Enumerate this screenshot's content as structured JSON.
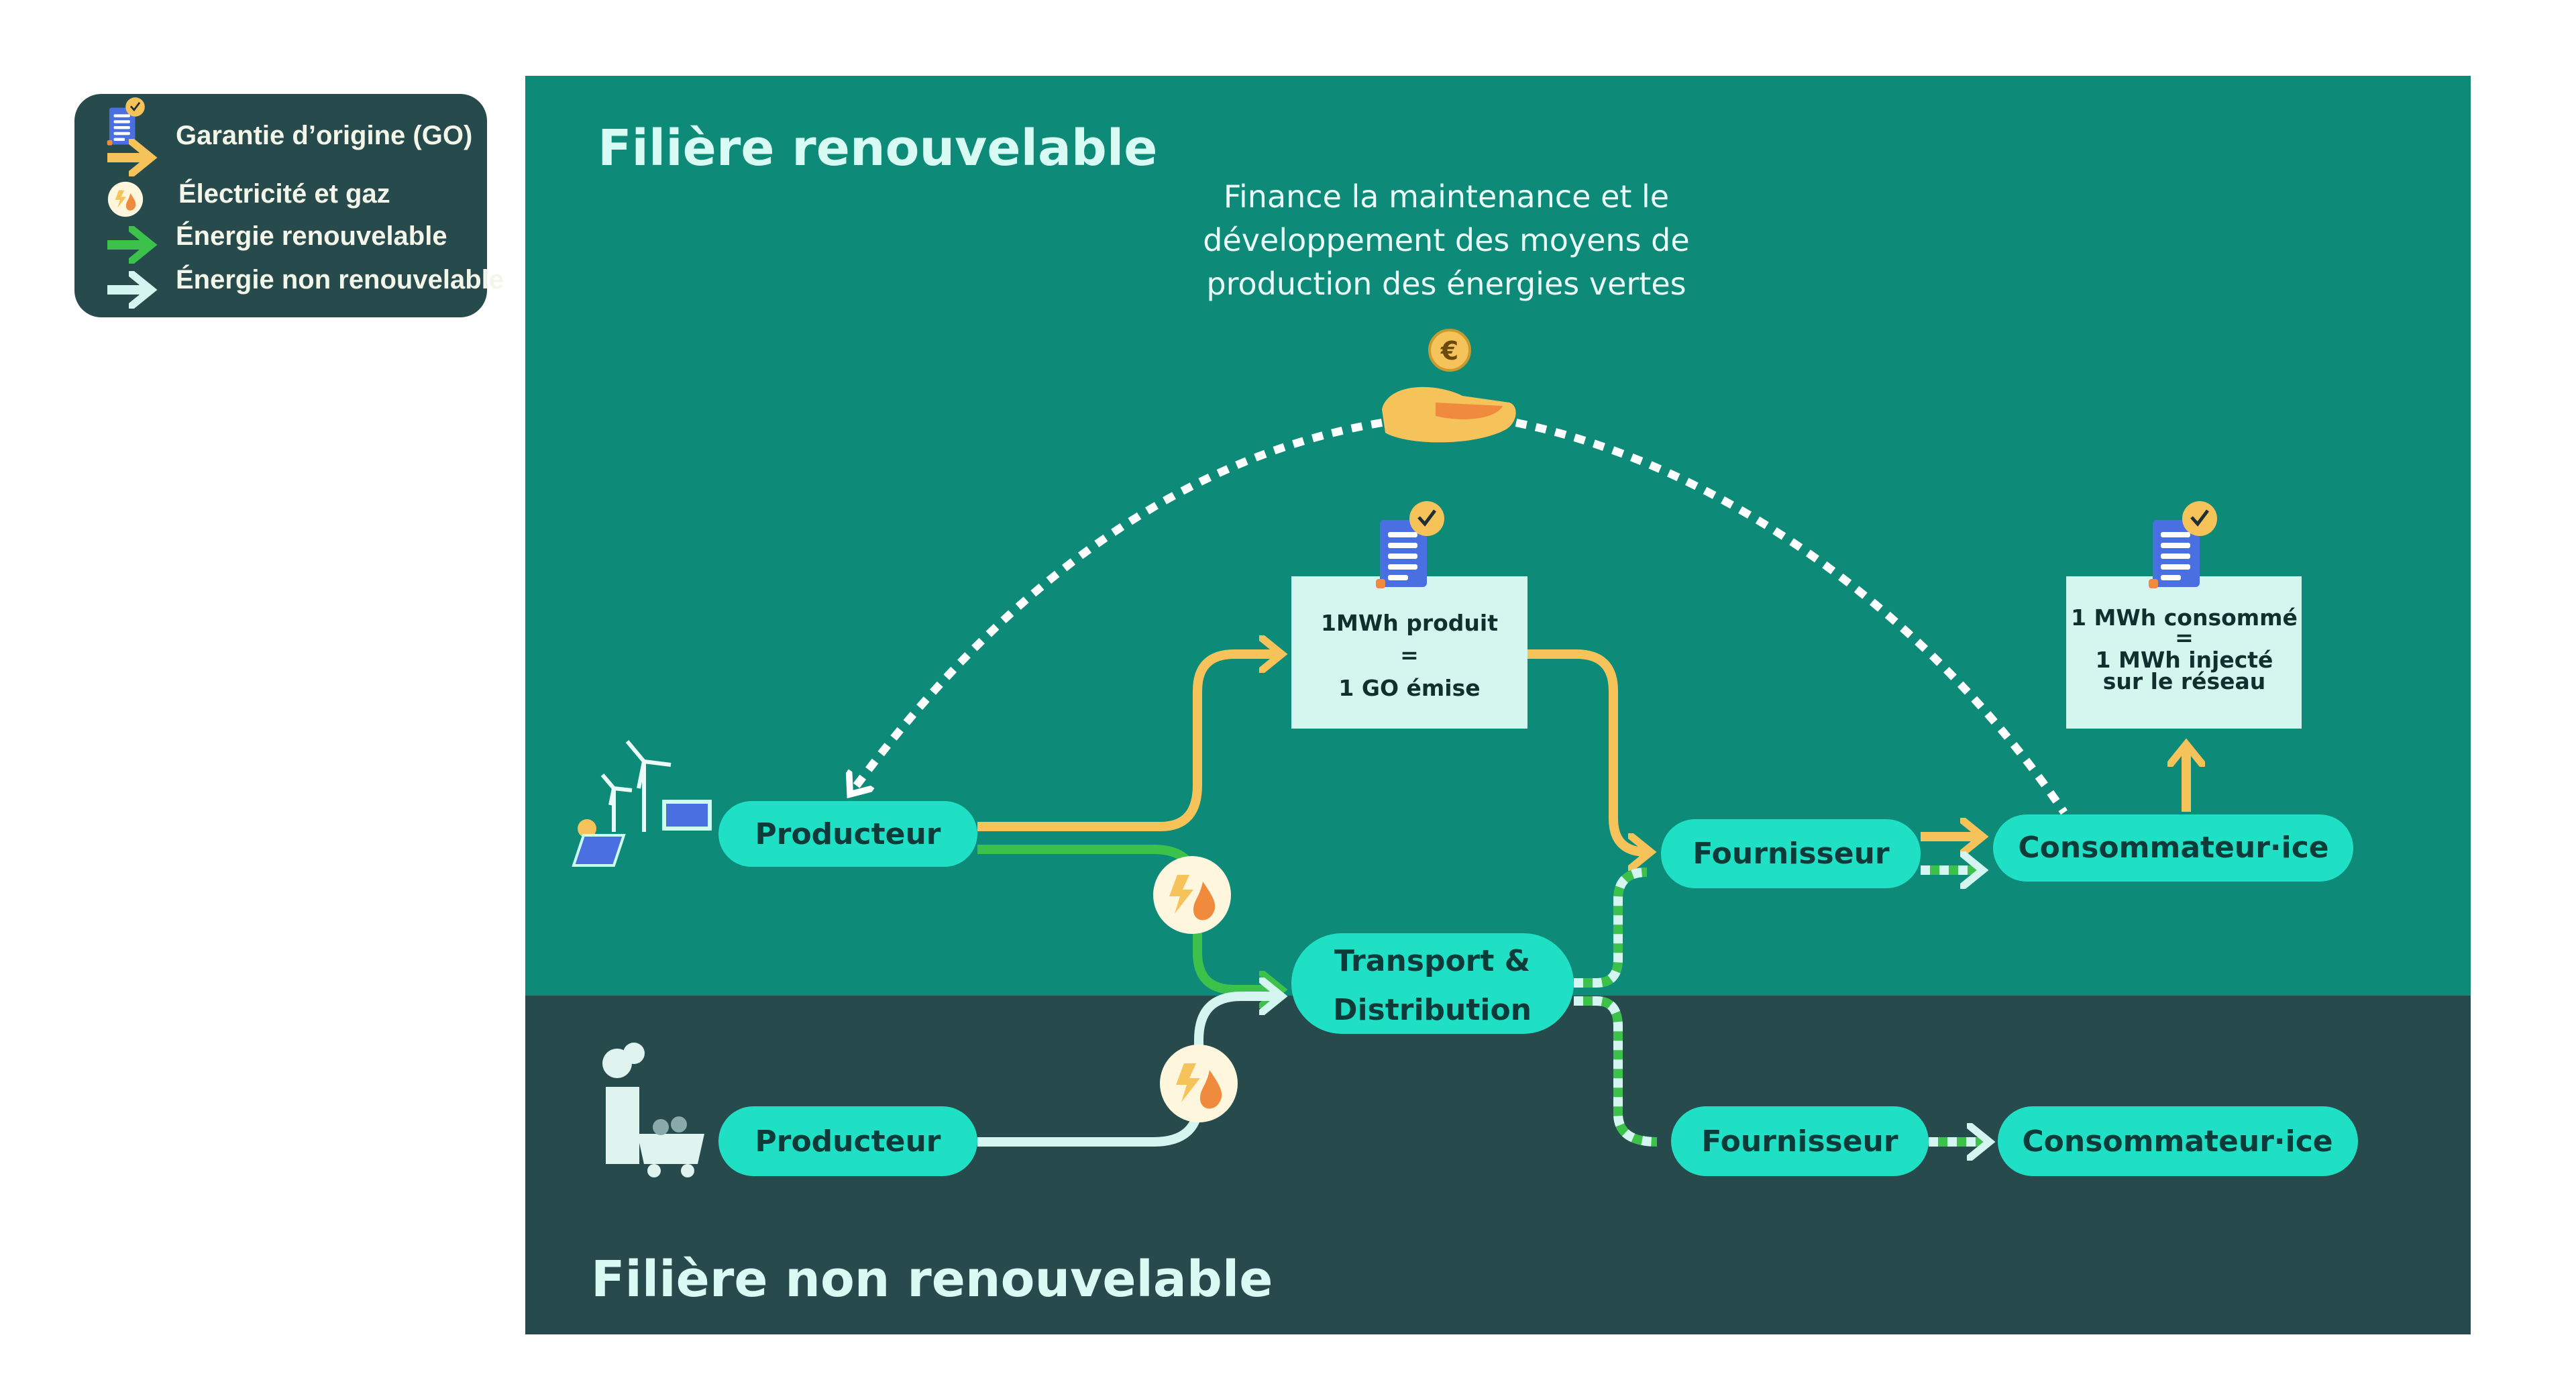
{
  "legend": {
    "items": [
      {
        "label": "Garantie d’origine (GO)",
        "icon": "certificate-icon"
      },
      {
        "label": "Électricité et gaz",
        "icon": "electricity-gas-icon"
      },
      {
        "label": "Énergie renouvelable",
        "icon": "green-arrow-icon"
      },
      {
        "label": "Énergie non renouvelable",
        "icon": "light-arrow-icon"
      }
    ]
  },
  "renewable": {
    "title": "Filière renouvelable",
    "finance_text": [
      "Finance la maintenance et le",
      "développement des moyens de",
      "production des énergies vertes"
    ],
    "producer": "Producteur",
    "supplier": "Fournisseur",
    "consumer": "Consommateur·ice",
    "go_box": [
      "1MWh produit",
      "=",
      "1 GO émise"
    ],
    "consumer_box": [
      "1 MWh consommé",
      "=",
      "1 MWh injecté",
      "sur le réseau"
    ]
  },
  "transport": "Transport &",
  "transport_line2": "Distribution",
  "non_renewable": {
    "title": "Filière non renouvelable",
    "producer": "Producteur",
    "supplier": "Fournisseur",
    "consumer": "Consommateur·ice"
  },
  "colors": {
    "renewable_bg": "#0e8b78",
    "non_renewable_bg": "#274a4d",
    "pill": "#1fe0c4",
    "go_arrow": "#f5c35a",
    "renewable_arrow": "#3cc24a",
    "non_renewable_arrow": "#d5f5f0"
  }
}
